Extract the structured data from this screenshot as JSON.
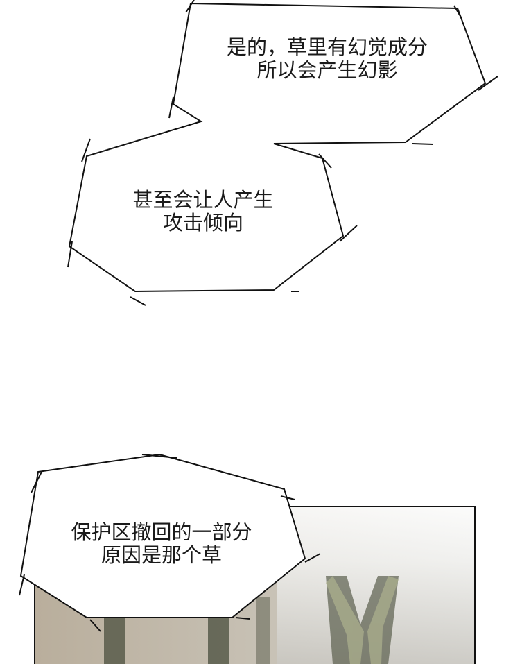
{
  "bubbles": [
    {
      "lines": [
        "是的，草里有幻觉成分",
        "所以会产生幻影"
      ]
    },
    {
      "lines": [
        "甚至会让人产生",
        "攻击倾向"
      ]
    },
    {
      "lines": [
        "保护区撤回的一部分",
        "原因是那个草"
      ]
    }
  ],
  "colors": {
    "panel_bg": "#bcb3a4",
    "tree_dark": "#5b5f4f",
    "fog": "#f4f4f2"
  }
}
